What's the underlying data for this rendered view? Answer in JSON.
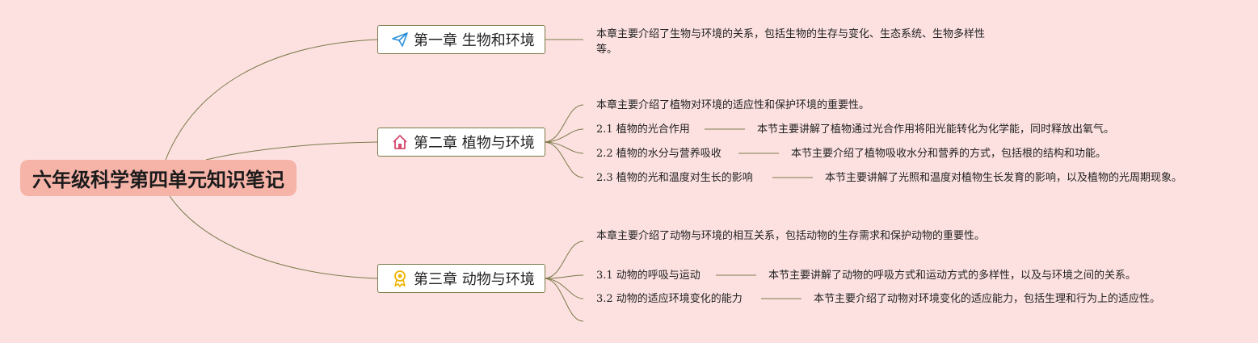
{
  "root": {
    "title": "六年级科学第四单元知识笔记"
  },
  "chapters": [
    {
      "title": "第一章 生物和环境",
      "icon": "paper-plane-icon",
      "summary": "本章主要介绍了生物与环境的关系，包括生物的生存与变化、生态系统、生物多样性等。",
      "sections": []
    },
    {
      "title": "第二章 植物与环境",
      "icon": "home-icon",
      "summary": "本章主要介绍了植物对环境的适应性和保护环境的重要性。",
      "sections": [
        {
          "title": "2.1 植物的光合作用",
          "desc": "本节主要讲解了植物通过光合作用将阳光能转化为化学能，同时释放出氧气。"
        },
        {
          "title": "2.2 植物的水分与营养吸收",
          "desc": "本节主要介绍了植物吸收水分和营养的方式，包括根的结构和功能。"
        },
        {
          "title": "2.3 植物的光和温度对生长的影响",
          "desc": "本节主要讲解了光照和温度对植物生长发育的影响，以及植物的光周期现象。"
        }
      ]
    },
    {
      "title": "第三章 动物与环境",
      "icon": "award-ribbon-icon",
      "summary": "本章主要介绍了动物与环境的相互关系，包括动物的生存需求和保护动物的重要性。",
      "sections": [
        {
          "title": "3.1 动物的呼吸与运动",
          "desc": "本节主要讲解了动物的呼吸方式和运动方式的多样性，以及与环境之间的关系。"
        },
        {
          "title": "3.2 动物的适应环境变化的能力",
          "desc": "本节主要介绍了动物对环境变化的适应能力，包括生理和行为上的适应性。"
        }
      ]
    }
  ],
  "colors": {
    "background": "#fde1e1",
    "root_fill": "#f6b3a8",
    "connector": "#7a7a48",
    "plane_icon": "#2b8fd6",
    "home_icon": "#d64a6e",
    "award_icon": "#f0b400"
  }
}
